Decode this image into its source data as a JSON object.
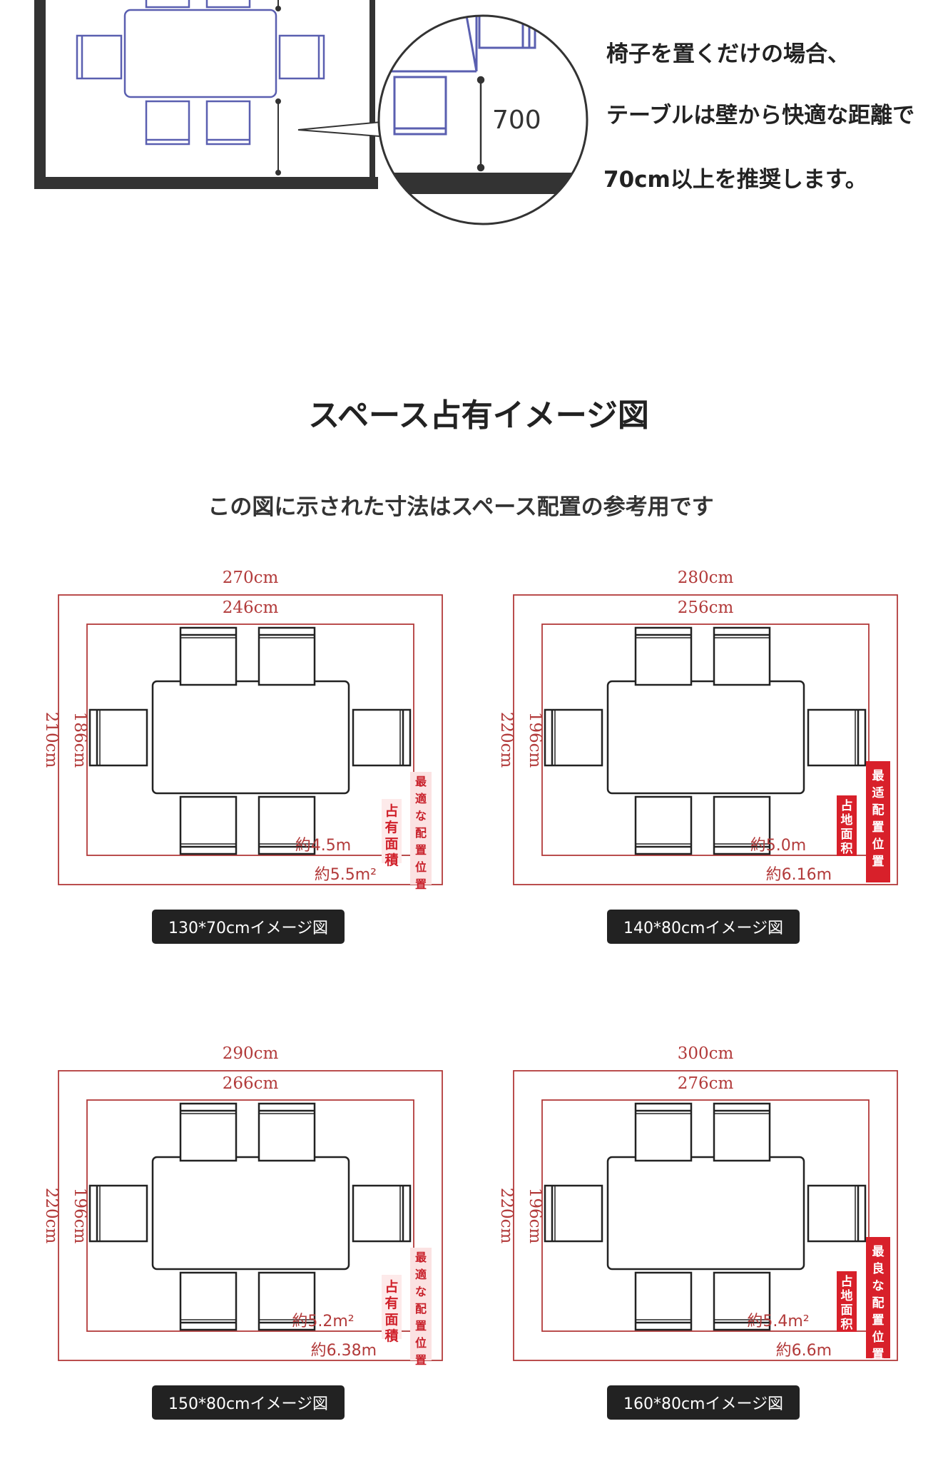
{
  "top_diagram": {
    "dimension_label": "700",
    "note_lines": [
      "椅子を置くだけの場合、",
      "テーブルは壁から快適な距離で",
      "70cm以上を推奨します。"
    ]
  },
  "section": {
    "title": "スペース占有イメージ図",
    "subtitle": "この図に示された寸法はスペース配置の参考用です"
  },
  "panels": [
    {
      "outer_width": "270cm",
      "inner_width": "246cm",
      "outer_height": "210cm",
      "inner_height": "186cm",
      "inner_area": "約4.5m",
      "outer_area": "約5.5m²",
      "label_occupied": "占有面積",
      "label_optimal": "最適な配置位置",
      "caption": "130*70cmイメージ図"
    },
    {
      "outer_width": "280cm",
      "inner_width": "256cm",
      "outer_height": "220cm",
      "inner_height": "196cm",
      "inner_area": "約5.0m",
      "outer_area": "約6.16m",
      "label_occupied": "占地面积",
      "label_optimal": "最适配置位置",
      "caption": "140*80cmイメージ図"
    },
    {
      "outer_width": "290cm",
      "inner_width": "266cm",
      "outer_height": "220cm",
      "inner_height": "196cm",
      "inner_area": "約5.2m²",
      "outer_area": "約6.38m",
      "label_occupied": "占有面積",
      "label_optimal": "最適な配置位置",
      "caption": "150*80cmイメージ図"
    },
    {
      "outer_width": "300cm",
      "inner_width": "276cm",
      "outer_height": "220cm",
      "inner_height": "196cm",
      "inner_area": "約5.4m²",
      "outer_area": "約6.6m",
      "label_occupied": "占地面积",
      "label_optimal": "最良な配置位置",
      "caption": "160*80cmイメージ図"
    }
  ],
  "colors": {
    "dimension_red": "#b23a3a",
    "badge_red": "#d8202a",
    "chair_blue": "#5a5fb0",
    "caption_bg": "#222222"
  }
}
